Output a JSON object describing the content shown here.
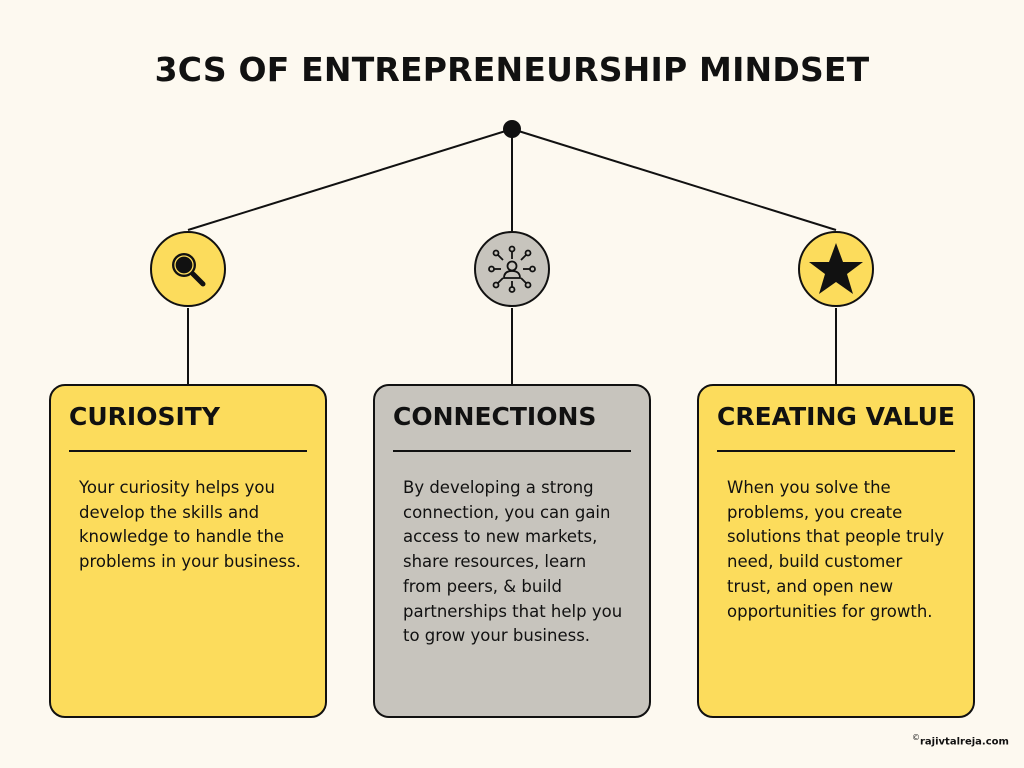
{
  "title": "3CS OF ENTREPRENEURSHIP MINDSET",
  "colors": {
    "background": "#fdf9f0",
    "yellow": "#fcdc5c",
    "gray": "#c7c4bd",
    "ink": "#111111"
  },
  "cards": [
    {
      "icon": "magnifying-glass-icon",
      "heading": "CURIOSITY",
      "body": "Your curiosity helps you develop the skills and knowledge to handle the problems in your business.",
      "color": "yellow"
    },
    {
      "icon": "network-person-icon",
      "heading": "CONNECTIONS",
      "body": "By developing a strong connection, you can gain access to new markets, share resources, learn from peers, & build partnerships that help you to grow your business.",
      "color": "gray"
    },
    {
      "icon": "star-icon",
      "heading": "CREATING VALUE",
      "body": "When you solve the problems, you create solutions that people truly need, build customer trust, and open new opportunities for growth.",
      "color": "yellow"
    }
  ],
  "footer": {
    "copyright_symbol": "©",
    "credit": "rajivtalreja.com"
  }
}
